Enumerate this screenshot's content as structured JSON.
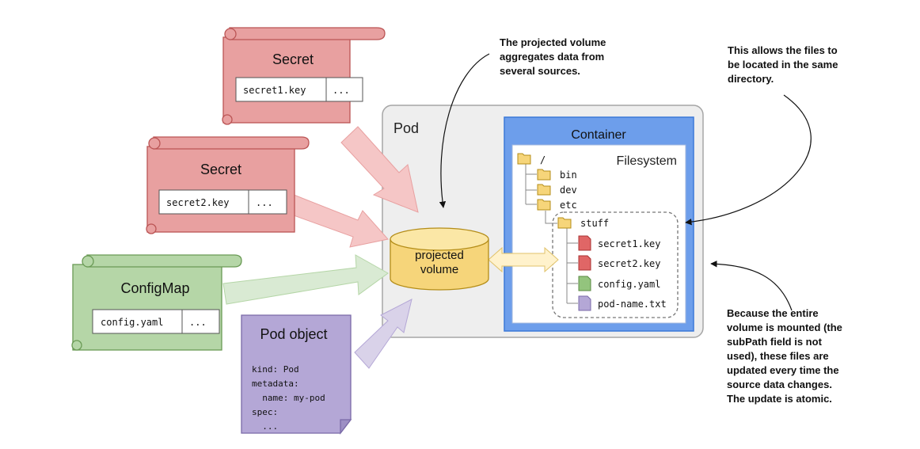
{
  "sources": {
    "secret_a": {
      "title": "Secret",
      "key": "secret1.key",
      "more": "..."
    },
    "secret_b": {
      "title": "Secret",
      "key": "secret2.key",
      "more": "..."
    },
    "configmap": {
      "title": "ConfigMap",
      "key": "config.yaml",
      "more": "..."
    },
    "pod_object": {
      "title": "Pod object",
      "lines": [
        "kind: Pod",
        "metadata:",
        "  name: my-pod",
        "spec:",
        "  ..."
      ]
    }
  },
  "pod": {
    "label": "Pod"
  },
  "volume": {
    "line1": "projected",
    "line2": "volume"
  },
  "container": {
    "label": "Container",
    "filesystem_label": "Filesystem"
  },
  "filesystem": {
    "root": "/",
    "dirs": [
      "bin",
      "dev",
      "etc"
    ],
    "stuff": "stuff",
    "files": [
      "secret1.key",
      "secret2.key",
      "config.yaml",
      "pod-name.txt"
    ]
  },
  "annotations": {
    "aggregate": [
      "The projected volume",
      "aggregates data from",
      "several sources."
    ],
    "same_dir": [
      "This allows the files to",
      "be located in the same",
      "directory."
    ],
    "atomic": [
      "Because the entire",
      "volume is mounted (the",
      "subPath field is not",
      "used), these files are",
      "updated every time the",
      "source data changes.",
      "The update is atomic."
    ]
  },
  "colors": {
    "secret": "#e8a0a0",
    "configmap": "#b5d6a7",
    "pod_object": "#b4a7d6",
    "container": "#6d9eeb",
    "volume": "#f5d36a",
    "pod_bg": "#efefef"
  }
}
